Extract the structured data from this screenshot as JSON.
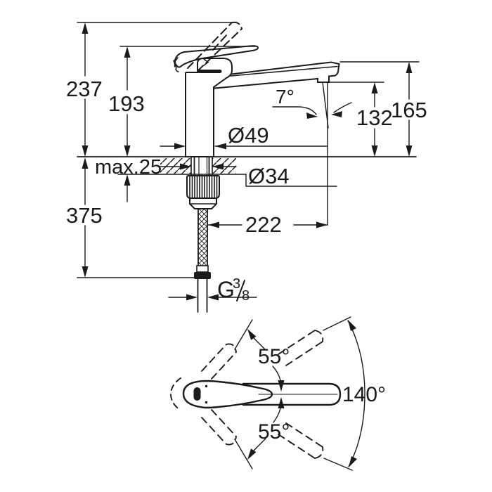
{
  "drawing": {
    "kind": "faucet-technical-dimension-drawing",
    "line_color": "#1a1a1a",
    "background": "#ffffff"
  },
  "side_view": {
    "total_height": "237",
    "height_to_lever": "193",
    "counter_max_thickness": "max.25",
    "body_diameter": "Ø49",
    "hole_diameter": "Ø34",
    "spout_angle": "7°",
    "outlet_height": "132",
    "spout_top_height": "165",
    "hose_length": "375",
    "spout_reach": "222",
    "thread": {
      "prefix": "G",
      "numerator": "3",
      "denominator": "8"
    }
  },
  "top_view": {
    "swivel_upper": "55°",
    "swivel_lower": "55°",
    "swivel_total": "140°"
  }
}
